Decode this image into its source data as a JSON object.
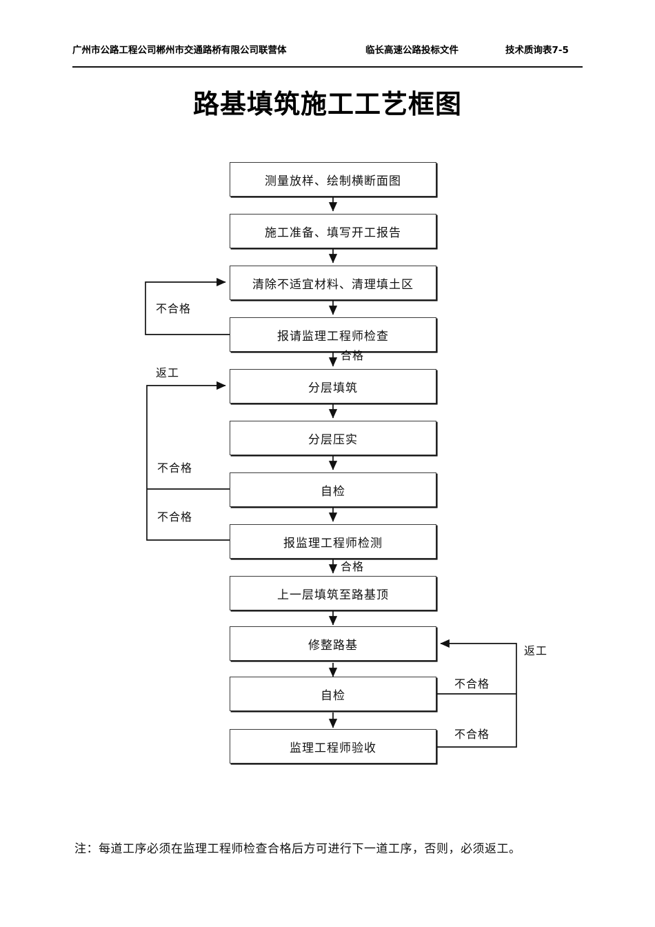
{
  "header": {
    "left": "广州市公路工程公司郴州市交通路桥有限公司联营体",
    "middle": "临长高速公路投标文件",
    "right": "技术质询表7-5"
  },
  "title": "路基填筑施工工艺框图",
  "flowchart": {
    "type": "process-flow-diagram",
    "nodes": [
      {
        "id": "n1",
        "label": "测量放样、绘制横断面图"
      },
      {
        "id": "n2",
        "label": "施工准备、填写开工报告"
      },
      {
        "id": "n3",
        "label": "清除不适宜材料、清理填土区"
      },
      {
        "id": "n4",
        "label": "报请监理工程师检查"
      },
      {
        "id": "n5",
        "label": "分层填筑"
      },
      {
        "id": "n6",
        "label": "分层压实"
      },
      {
        "id": "n7",
        "label": "自检"
      },
      {
        "id": "n8",
        "label": "报监理工程师检测"
      },
      {
        "id": "n9",
        "label": "上一层填筑至路基顶"
      },
      {
        "id": "n10",
        "label": "修整路基"
      },
      {
        "id": "n11",
        "label": "自检"
      },
      {
        "id": "n12",
        "label": "监理工程师验收"
      }
    ],
    "edge_labels": {
      "loop1_fail": "不合格",
      "pass1": "合格",
      "rework_left": "返工",
      "loop2_fail": "不合格",
      "loop3_fail": "不合格",
      "pass2": "合格",
      "rework_right": "返工",
      "loop4_fail": "不合格",
      "loop5_fail": "不合格"
    }
  },
  "note": "注：每道工序必须在监理工程师检查合格后方可进行下一道工序，否则，必须返工。"
}
